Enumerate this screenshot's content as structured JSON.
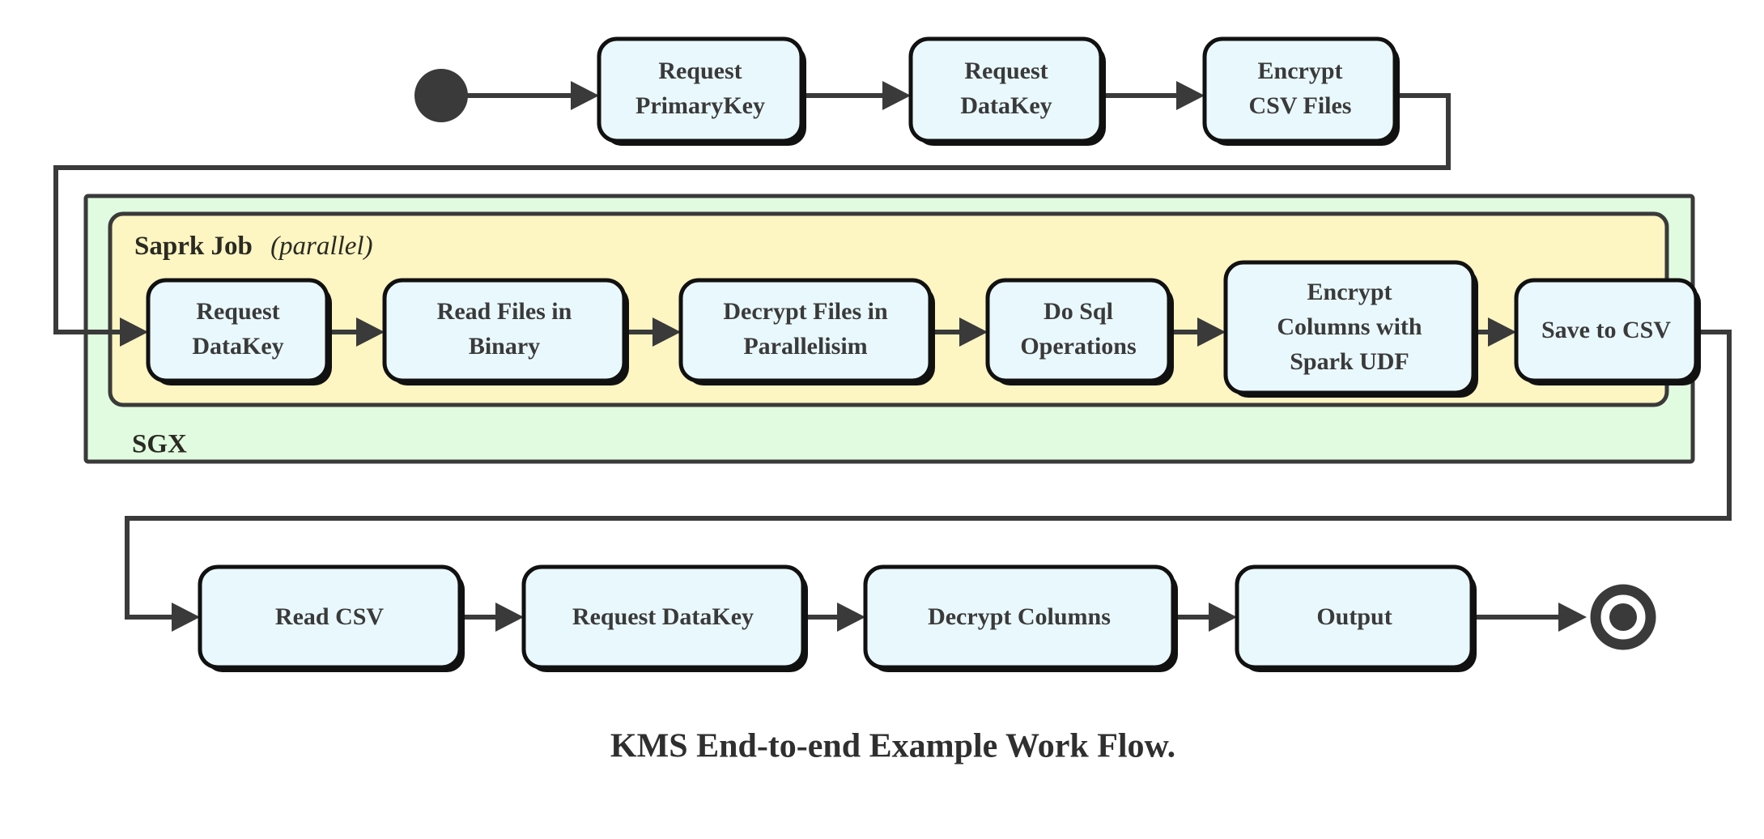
{
  "diagram": {
    "caption": "KMS End-to-end Example Work Flow.",
    "colors": {
      "node_fill": "#e9f8fc",
      "node_stroke": "#111111",
      "sgx_fill": "#e1fbe0",
      "spark_fill": "#fdf5c2",
      "connector": "#3a3a3a",
      "text": "#3a3a3a",
      "background": "#ffffff"
    },
    "start_node": {
      "name": "start",
      "shape": "filled-circle"
    },
    "end_node": {
      "name": "end",
      "shape": "bullseye"
    },
    "containers": [
      {
        "id": "sgx",
        "label": "SGX",
        "fill": "#e1fbe0"
      },
      {
        "id": "spark",
        "label_bold": "Saprk Job",
        "label_italic": "(parallel)",
        "fill": "#fdf5c2"
      }
    ],
    "rows": [
      {
        "id": "row-top",
        "nodes": [
          {
            "id": "request-primarykey",
            "lines": [
              "Request",
              "PrimaryKey"
            ]
          },
          {
            "id": "request-datakey-top",
            "lines": [
              "Request",
              "DataKey"
            ]
          },
          {
            "id": "encrypt-csv-files",
            "lines": [
              "Encrypt",
              "CSV Files"
            ]
          }
        ]
      },
      {
        "id": "row-spark",
        "nodes": [
          {
            "id": "request-datakey-spark",
            "lines": [
              "Request",
              "DataKey"
            ]
          },
          {
            "id": "read-files-in-binary",
            "lines": [
              "Read Files in",
              "Binary"
            ]
          },
          {
            "id": "decrypt-files-in-parallelisim",
            "lines": [
              "Decrypt Files in",
              "Parallelisim"
            ]
          },
          {
            "id": "do-sql-operations",
            "lines": [
              "Do Sql",
              "Operations"
            ]
          },
          {
            "id": "encrypt-columns-with-spark-udf",
            "lines": [
              "Encrypt",
              "Columns with",
              "Spark UDF"
            ]
          },
          {
            "id": "save-to-csv",
            "lines": [
              "Save to CSV"
            ]
          }
        ]
      },
      {
        "id": "row-bottom",
        "nodes": [
          {
            "id": "read-csv",
            "lines": [
              "Read CSV"
            ]
          },
          {
            "id": "request-datakey-bottom",
            "lines": [
              "Request DataKey"
            ]
          },
          {
            "id": "decrypt-columns",
            "lines": [
              "Decrypt Columns"
            ]
          },
          {
            "id": "output",
            "lines": [
              "Output"
            ]
          }
        ]
      }
    ],
    "edges": [
      {
        "from": "start",
        "to": "request-primarykey"
      },
      {
        "from": "request-primarykey",
        "to": "request-datakey-top"
      },
      {
        "from": "request-datakey-top",
        "to": "encrypt-csv-files"
      },
      {
        "from": "encrypt-csv-files",
        "to": "request-datakey-spark",
        "routing": "wrap-left"
      },
      {
        "from": "request-datakey-spark",
        "to": "read-files-in-binary"
      },
      {
        "from": "read-files-in-binary",
        "to": "decrypt-files-in-parallelisim"
      },
      {
        "from": "decrypt-files-in-parallelisim",
        "to": "do-sql-operations"
      },
      {
        "from": "do-sql-operations",
        "to": "encrypt-columns-with-spark-udf"
      },
      {
        "from": "encrypt-columns-with-spark-udf",
        "to": "save-to-csv"
      },
      {
        "from": "save-to-csv",
        "to": "read-csv",
        "routing": "wrap-right"
      },
      {
        "from": "read-csv",
        "to": "request-datakey-bottom"
      },
      {
        "from": "request-datakey-bottom",
        "to": "decrypt-columns"
      },
      {
        "from": "decrypt-columns",
        "to": "output"
      },
      {
        "from": "output",
        "to": "end"
      }
    ]
  }
}
